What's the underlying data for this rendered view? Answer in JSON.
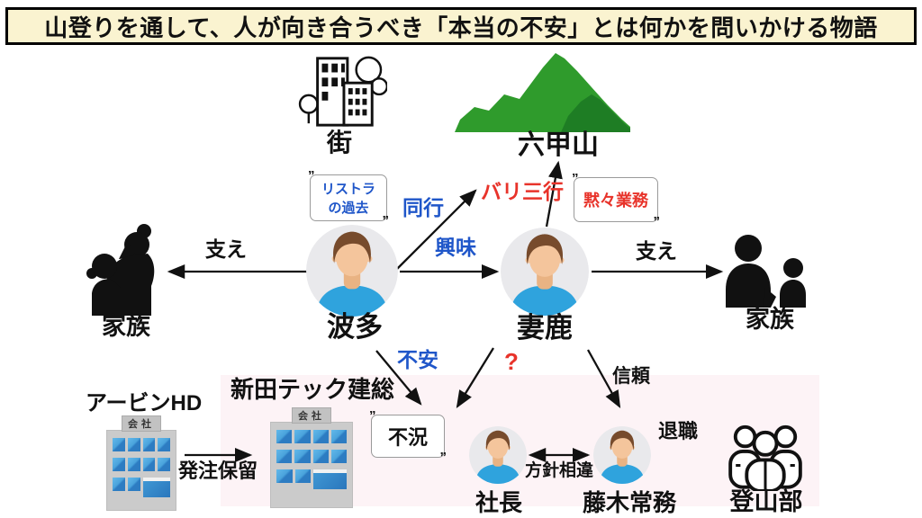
{
  "title": "山登りを通して、人が向き合うべき「本当の不安」とは何かを問いかける物語",
  "colors": {
    "title_bg": "#faf3d0",
    "pink_bg": "#fdf3f6",
    "blue": "#1f56c9",
    "red": "#e8332a",
    "mountain_green": "#2f9b2c",
    "mountain_dark": "#1e7d24",
    "silhouette": "#111111",
    "shirt_blue": "#2fa3dd"
  },
  "nodes": {
    "city": {
      "label": "街"
    },
    "mountain": {
      "label": "六甲山"
    },
    "hata": {
      "label": "波多"
    },
    "mega": {
      "label": "妻鹿"
    },
    "family_left": {
      "label": "家族"
    },
    "family_right": {
      "label": "家族"
    },
    "urbin": {
      "label": "アービンHD",
      "sign": "会社"
    },
    "nitta": {
      "label": "新田テック建総",
      "sign": "会社"
    },
    "president": {
      "label": "社長"
    },
    "fujiki": {
      "label": "藤木常務"
    },
    "climbing_club": {
      "label": "登山部"
    }
  },
  "callouts": {
    "restructure_past": "リストラ\nの過去",
    "silent_work": "黙々業務",
    "recession": "不況"
  },
  "edges": {
    "support_left": "支え",
    "support_right": "支え",
    "interest": "興味",
    "accompany": "同行",
    "bari_climb": "バリ三行",
    "anxiety": "不安",
    "question": "?",
    "trust": "信頼",
    "order_hold": "発注保留",
    "policy_clash": "方針相違",
    "resignation": "退職"
  }
}
